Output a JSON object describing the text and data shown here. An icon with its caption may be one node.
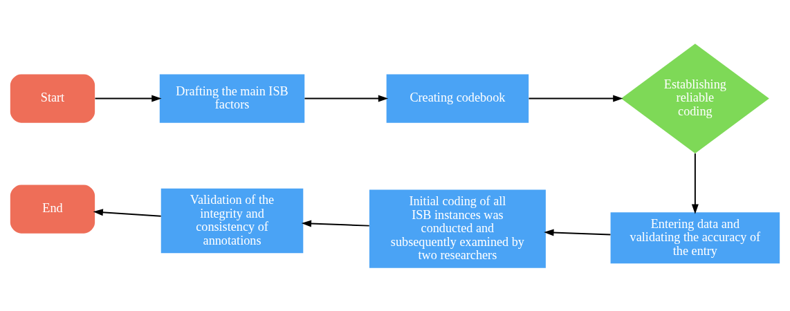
{
  "diagram": {
    "nodes": [
      {
        "text": [
          "Start"
        ]
      },
      {
        "text": [
          "Drafting the main ISB factors"
        ]
      },
      {
        "text": [
          "Creating codebook"
        ]
      },
      {
        "text": [
          "Establishing reliable coding"
        ]
      },
      {
        "text": [
          "Entering data and validating the accuracy of the entry"
        ]
      },
      {
        "text": [
          "Initial coding of all ISB instances was conducted and subsequently examined by two researchers"
        ]
      },
      {
        "text": [
          "Validation of the integrity and consistency of annotations"
        ]
      },
      {
        "text": [
          "End"
        ]
      }
    ],
    "edges": [
      {
        "from": 0,
        "to": 1,
        "arrow": "to"
      },
      {
        "from": 1,
        "to": 2,
        "arrow": "to"
      },
      {
        "from": 2,
        "to": 3,
        "arrow": "to"
      },
      {
        "from": 3,
        "to": 4,
        "arrow": "to"
      },
      {
        "from": 4,
        "to": 5,
        "arrow": "to"
      },
      {
        "from": 5,
        "to": 6,
        "arrow": "to"
      },
      {
        "from": 6,
        "to": 7,
        "arrow": "to"
      }
    ]
  }
}
